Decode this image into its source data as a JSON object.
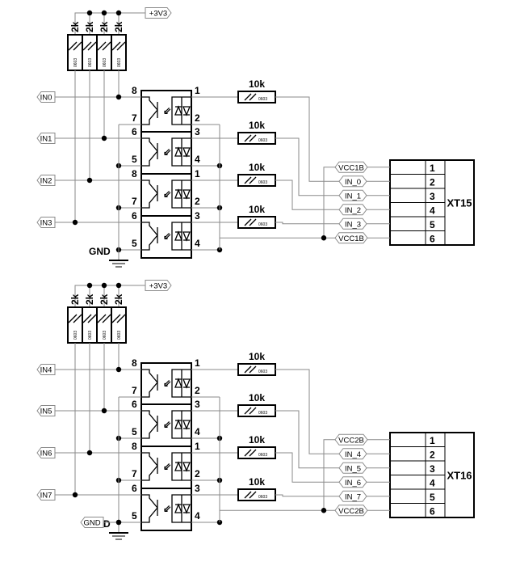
{
  "title": "Optocoupler input schematic (two channel blocks)",
  "colors": {
    "wire": "#8a8a8a",
    "ink": "#000000",
    "background": "#ffffff"
  },
  "icons": {
    "optocoupler": "optocoupler-icon",
    "ground": "ground-icon",
    "resistor": "resistor-icon",
    "junction": "junction-dot-icon",
    "net_flag": "net-flag-icon"
  },
  "blocks": [
    {
      "id": "block-a",
      "supply_label": "+3V3",
      "pullups": {
        "value": "2k",
        "package": "0603",
        "count": 4
      },
      "inputs": [
        "IN0",
        "IN1",
        "IN2",
        "IN3"
      ],
      "opto_pins_left": [
        "8",
        "7",
        "6",
        "5",
        "8",
        "7",
        "6",
        "5"
      ],
      "opto_pins_right": [
        "1",
        "2",
        "3",
        "4",
        "1",
        "2",
        "3",
        "4"
      ],
      "series_resistors": {
        "value": "10k",
        "package": "0603",
        "count": 4
      },
      "gnd_label": "GND",
      "gnd_flag": null,
      "connector": {
        "ref": "XT15",
        "pins": [
          {
            "number": "1",
            "net": "VCC1B"
          },
          {
            "number": "2",
            "net": "IN_0"
          },
          {
            "number": "3",
            "net": "IN_1"
          },
          {
            "number": "4",
            "net": "IN_2"
          },
          {
            "number": "5",
            "net": "IN_3"
          },
          {
            "number": "6",
            "net": "VCC1B"
          }
        ]
      }
    },
    {
      "id": "block-b",
      "supply_label": "+3V3",
      "pullups": {
        "value": "2k",
        "package": "0603",
        "count": 4
      },
      "inputs": [
        "IN4",
        "IN5",
        "IN6",
        "IN7"
      ],
      "opto_pins_left": [
        "8",
        "7",
        "6",
        "5",
        "8",
        "7",
        "6",
        "5"
      ],
      "opto_pins_right": [
        "1",
        "2",
        "3",
        "4",
        "1",
        "2",
        "3",
        "4"
      ],
      "series_resistors": {
        "value": "10k",
        "package": "0603",
        "count": 4
      },
      "gnd_label": "GND",
      "gnd_flag": "GND",
      "connector": {
        "ref": "XT16",
        "pins": [
          {
            "number": "1",
            "net": "VCC2B"
          },
          {
            "number": "2",
            "net": "IN_4"
          },
          {
            "number": "3",
            "net": "IN_5"
          },
          {
            "number": "4",
            "net": "IN_6"
          },
          {
            "number": "5",
            "net": "IN_7"
          },
          {
            "number": "6",
            "net": "VCC2B"
          }
        ]
      }
    }
  ]
}
